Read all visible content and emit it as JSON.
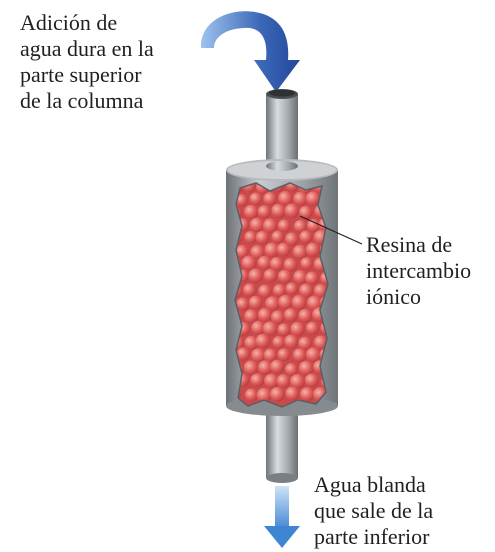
{
  "labels": {
    "top": "Adición de\nagua dura en la\nparte superior\nde la columna",
    "resin": "Resina de\nintercambio\niónico",
    "bottom": "Agua blanda\nque sale de la\nparte inferior"
  },
  "colors": {
    "arrow_top": "#2f55a6",
    "arrow_bottom": "#4a8fd6",
    "bead": "#e66a6a",
    "metal": "#9ea3a8"
  },
  "icons": {
    "inflow": "curved-arrow-down",
    "outflow": "arrow-down"
  }
}
